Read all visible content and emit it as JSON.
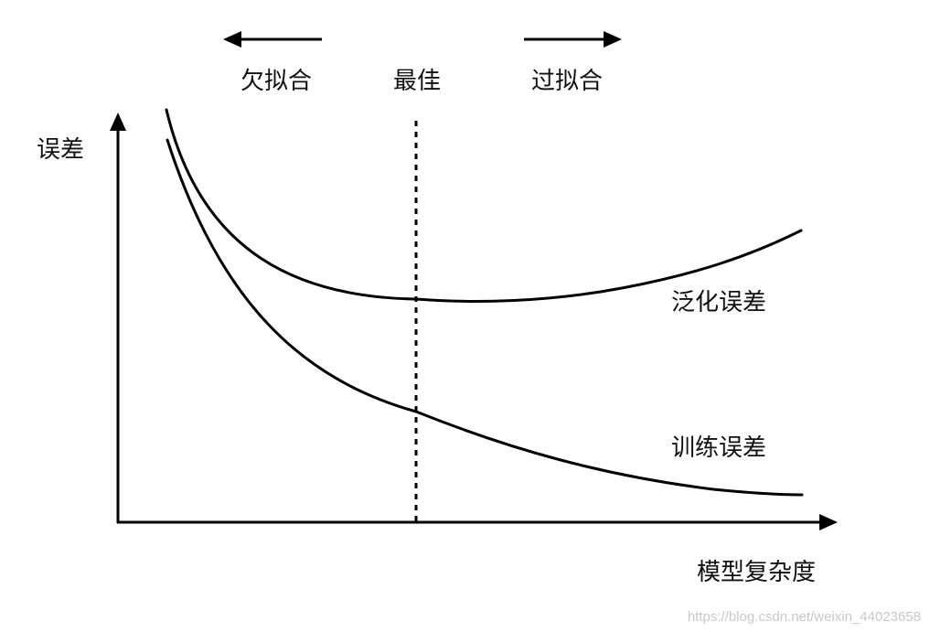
{
  "labels": {
    "y_axis": "误差",
    "x_axis": "模型复杂度",
    "underfit": "欠拟合",
    "optimal": "最佳",
    "overfit": "过拟合",
    "generalization_error": "泛化误差",
    "training_error": "训练误差"
  },
  "watermark": "https://blog.csdn.net/weixin_44023658",
  "colors": {
    "line": "#000000",
    "text": "#111111",
    "watermark": "#c8c8c8",
    "background": "#ffffff"
  }
}
